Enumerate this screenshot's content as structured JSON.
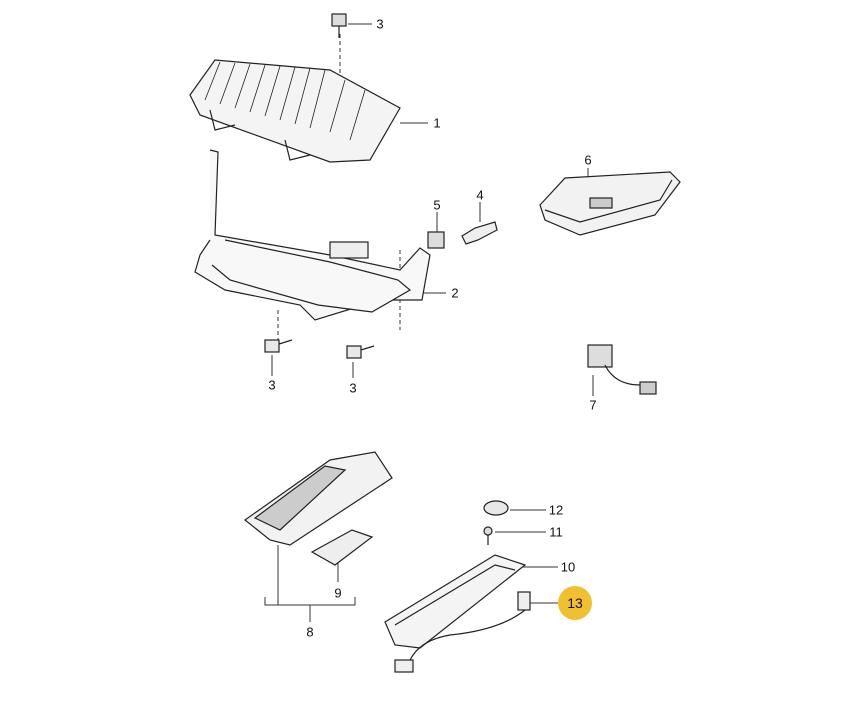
{
  "diagram": {
    "highlight_color": "#f0c030",
    "callouts": [
      {
        "id": "3a",
        "label": "3"
      },
      {
        "id": "1",
        "label": "1"
      },
      {
        "id": "6",
        "label": "6"
      },
      {
        "id": "5",
        "label": "5"
      },
      {
        "id": "4",
        "label": "4"
      },
      {
        "id": "2",
        "label": "2"
      },
      {
        "id": "3b",
        "label": "3"
      },
      {
        "id": "3c",
        "label": "3"
      },
      {
        "id": "7",
        "label": "7"
      },
      {
        "id": "12",
        "label": "12"
      },
      {
        "id": "11",
        "label": "11"
      },
      {
        "id": "10",
        "label": "10"
      },
      {
        "id": "13",
        "label": "13",
        "highlighted": true
      },
      {
        "id": "9",
        "label": "9"
      },
      {
        "id": "8",
        "label": "8"
      }
    ]
  }
}
